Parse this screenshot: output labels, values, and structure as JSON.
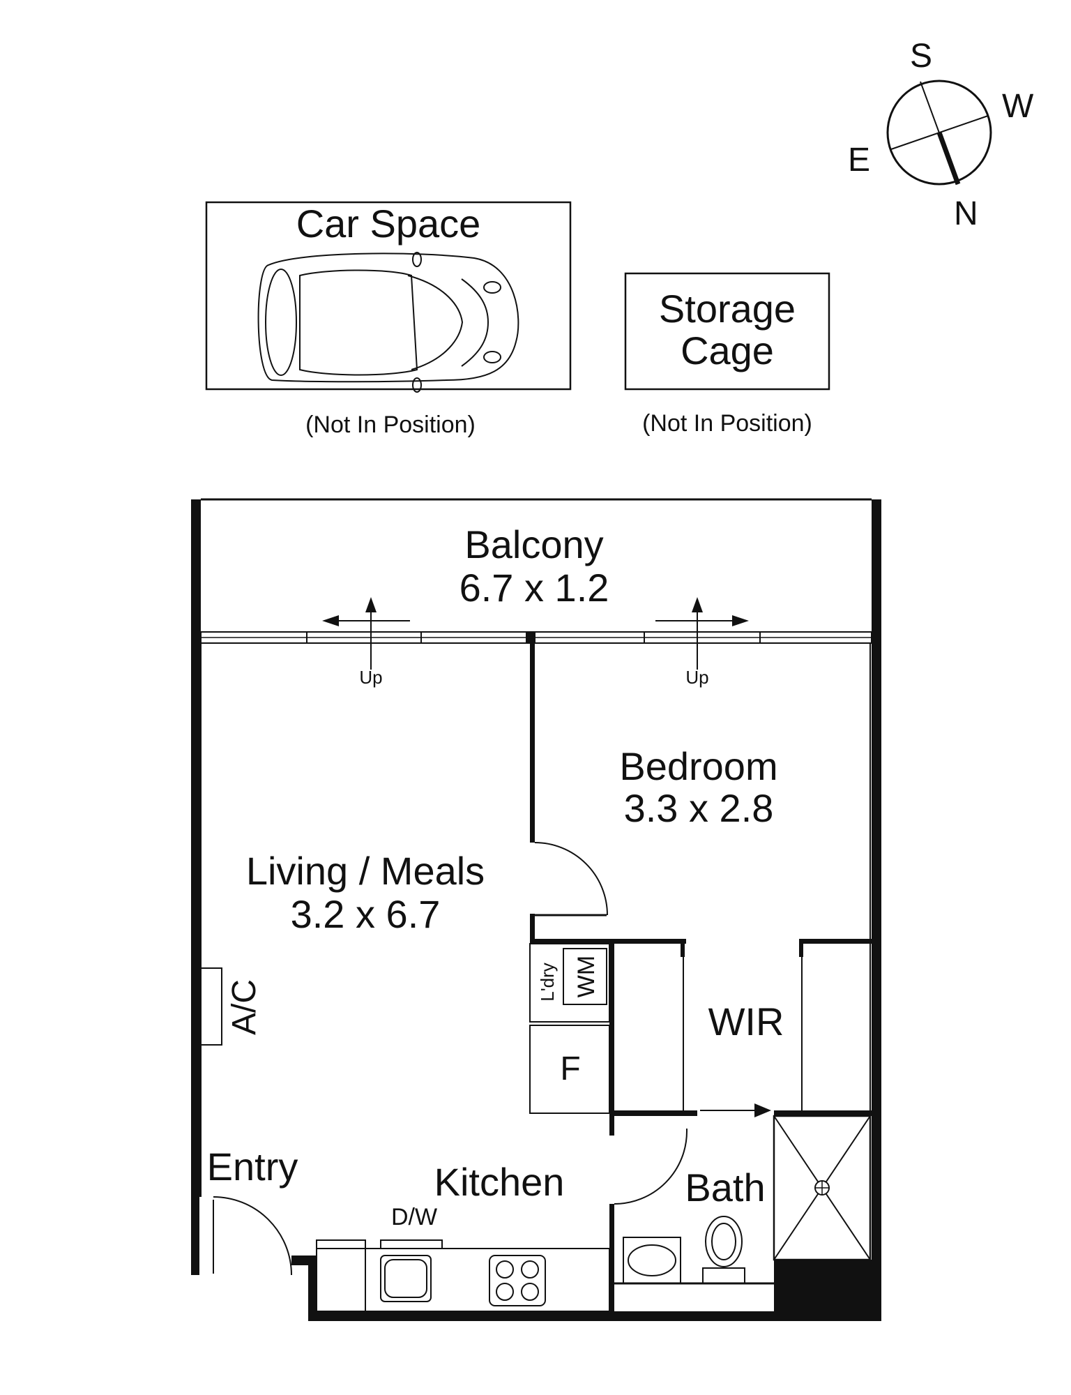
{
  "compass": {
    "north_label": "N",
    "south_label": "S",
    "east_label": "E",
    "west_label": "W"
  },
  "car_space": {
    "label": "Car Space",
    "note": "(Not In Position)"
  },
  "storage": {
    "label_line1": "Storage",
    "label_line2": "Cage",
    "note": "(Not In Position)"
  },
  "rooms": {
    "balcony": {
      "name": "Balcony",
      "size": "6.7 x 1.2"
    },
    "bedroom": {
      "name": "Bedroom",
      "size": "3.3 x 2.8"
    },
    "living": {
      "name": "Living / Meals",
      "size": "3.2 x 6.7"
    },
    "wir": {
      "name": "WIR"
    },
    "bath": {
      "name": "Bath"
    },
    "kitchen": {
      "name": "Kitchen"
    },
    "entry": {
      "name": "Entry"
    }
  },
  "fixtures": {
    "ac": "A/C",
    "laundry": "L'dry",
    "washing_machine": "WM",
    "fridge": "F",
    "dishwasher": "D/W",
    "door_up_left": "Up",
    "door_up_right": "Up"
  }
}
